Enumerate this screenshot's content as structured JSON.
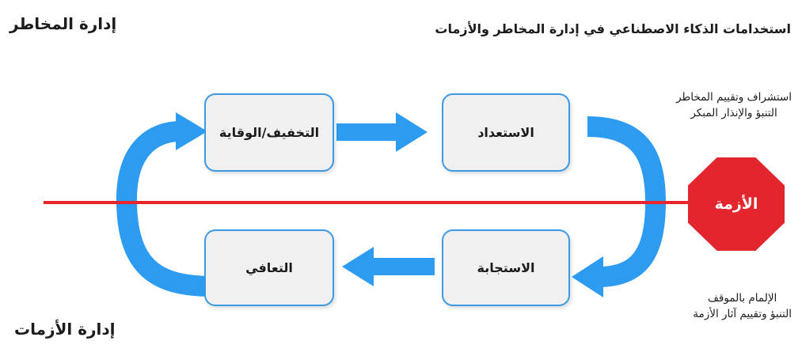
{
  "header": {
    "title": "استخدامات الذكاء الاصطناعي في إدارة المخاطر والأزمات"
  },
  "corner_labels": {
    "top_left": "إدارة المخاطر",
    "bottom_left": "إدارة الأزمات"
  },
  "phases": [
    {
      "id": "mitigation",
      "label": "التخفيف/الوقاية"
    },
    {
      "id": "preparedness",
      "label": "الاستعداد"
    },
    {
      "id": "response",
      "label": "الاستجابة"
    },
    {
      "id": "recovery",
      "label": "التعافي"
    }
  ],
  "crisis_marker": {
    "label": "الأزمة",
    "shape": "octagon",
    "color": "#e3262e"
  },
  "annotations": {
    "top_right": {
      "line1": "استشراف وتقييم المخاطر",
      "line2": "التنبؤ والإنذار المبكر"
    },
    "bottom_right": {
      "line1": "الإلمام بالموقف",
      "line2": "التنبؤ وتقييم آثار الأزمة"
    }
  },
  "divider": {
    "name": "crisis-timeline",
    "color": "#e8252a",
    "orientation": "horizontal"
  },
  "arrows": {
    "color": "#2d9bf0",
    "items": [
      {
        "name": "arrow-mitigation-to-preparedness",
        "direction": "right",
        "shape": "straight"
      },
      {
        "name": "arrow-preparedness-to-response",
        "direction": "left",
        "shape": "curved"
      },
      {
        "name": "arrow-response-to-recovery",
        "direction": "left",
        "shape": "straight"
      },
      {
        "name": "arrow-recovery-to-mitigation",
        "direction": "right",
        "shape": "curved"
      }
    ]
  },
  "colors": {
    "accent_blue": "#2d9bf0",
    "box_border": "#3d9ae2",
    "box_fill": "#f0f0f0",
    "crisis_red": "#e3262e",
    "divider_red": "#e8252a",
    "text": "#1c1c1c"
  }
}
